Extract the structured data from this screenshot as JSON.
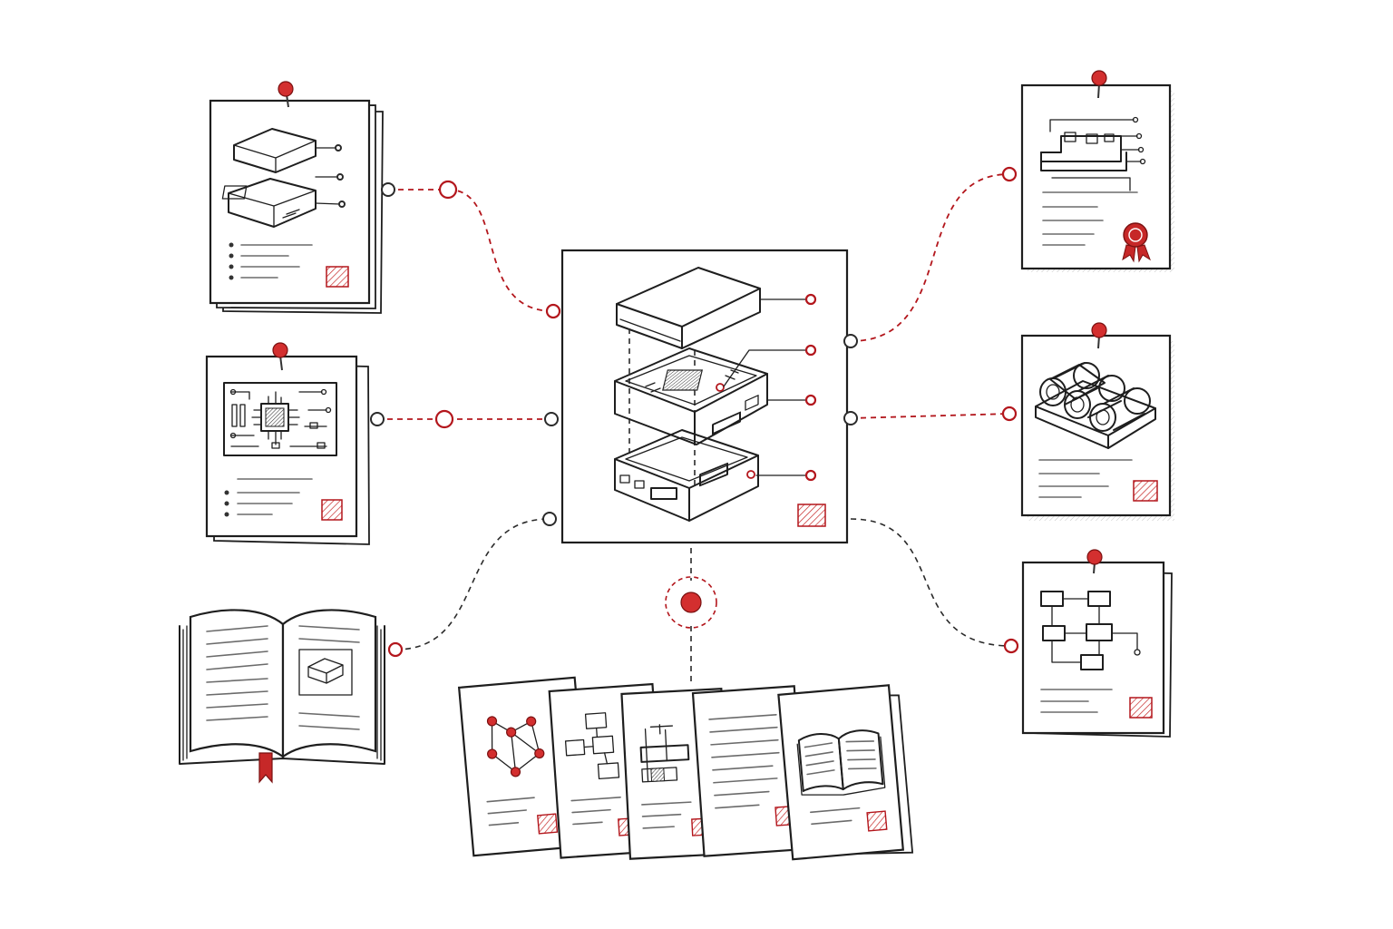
{
  "diagram": {
    "accent_color": "#c62828",
    "ink_color": "#1e1e1e",
    "center_node": {
      "icon": "exploded-device-enclosure-icon"
    },
    "hub": {
      "icon": "red-target-dot-icon"
    },
    "documents": [
      {
        "id": "enclosure-spec",
        "icon": "device-enclosure-icon",
        "pinned": true
      },
      {
        "id": "circuit-board-spec",
        "icon": "circuit-board-icon",
        "pinned": true
      },
      {
        "id": "manual",
        "icon": "open-book-icon",
        "pinned": false
      },
      {
        "id": "certified-schematic",
        "icon": "schematic-with-seal-icon",
        "pinned": true
      },
      {
        "id": "battery-spec",
        "icon": "battery-cells-icon",
        "pinned": true
      },
      {
        "id": "block-diagram-spec",
        "icon": "block-diagram-icon",
        "pinned": true
      }
    ],
    "fan_documents": [
      {
        "icon": "network-graph-icon"
      },
      {
        "icon": "flowchart-icon"
      },
      {
        "icon": "technical-drawing-icon"
      },
      {
        "icon": "text-page-icon"
      },
      {
        "icon": "open-book-icon"
      }
    ]
  }
}
